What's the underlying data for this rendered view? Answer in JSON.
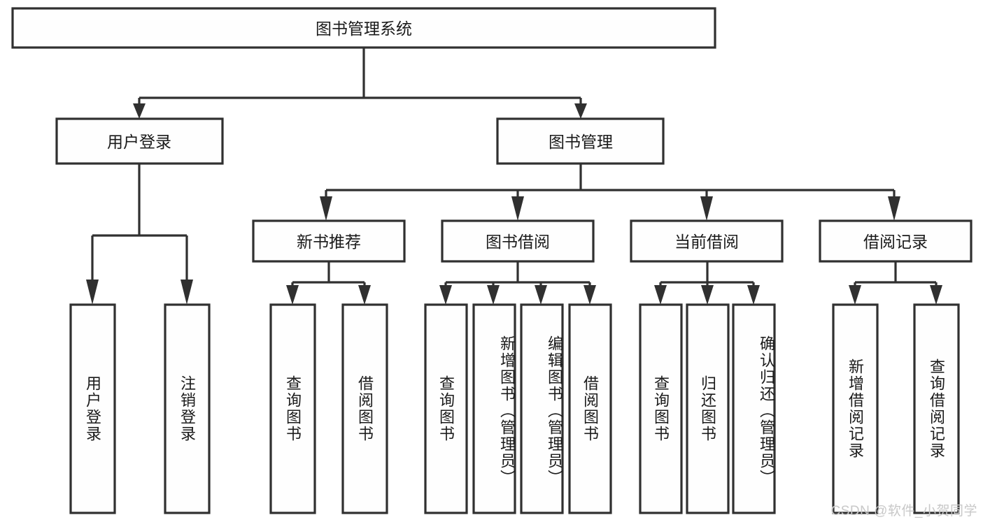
{
  "diagram": {
    "type": "hierarchy-tree",
    "title": "图书管理系统",
    "watermark": "CSDN @软件_小贺同学",
    "colors": {
      "stroke": "#303030",
      "fill": "#fefefe",
      "text": "#1a1a1a",
      "background": "#ffffff",
      "watermark": "#c8c8c8"
    },
    "levels": {
      "root": {
        "label": "图书管理系统"
      },
      "level2": [
        {
          "id": "user-login",
          "label": "用户登录"
        },
        {
          "id": "book-manage",
          "label": "图书管理"
        }
      ],
      "level3": [
        {
          "id": "new-book-rec",
          "label": "新书推荐",
          "parent": "book-manage"
        },
        {
          "id": "book-borrow",
          "label": "图书借阅",
          "parent": "book-manage"
        },
        {
          "id": "current-borrow",
          "label": "当前借阅",
          "parent": "book-manage"
        },
        {
          "id": "borrow-record",
          "label": "借阅记录",
          "parent": "book-manage"
        }
      ],
      "leaves": [
        {
          "id": "leaf-user-login",
          "label": "用户登录",
          "parent": "user-login"
        },
        {
          "id": "leaf-logout",
          "label": "注销登录",
          "parent": "user-login"
        },
        {
          "id": "leaf-query-book-1",
          "label": "查询图书",
          "parent": "new-book-rec"
        },
        {
          "id": "leaf-borrow-book-1",
          "label": "借阅图书",
          "parent": "new-book-rec"
        },
        {
          "id": "leaf-query-book-2",
          "label": "查询图书",
          "parent": "book-borrow"
        },
        {
          "id": "leaf-add-book",
          "label": "新增图书（管理员）",
          "parent": "book-borrow"
        },
        {
          "id": "leaf-edit-book",
          "label": "编辑图书（管理员）",
          "parent": "book-borrow"
        },
        {
          "id": "leaf-borrow-book-2",
          "label": "借阅图书",
          "parent": "book-borrow"
        },
        {
          "id": "leaf-query-book-3",
          "label": "查询图书",
          "parent": "current-borrow"
        },
        {
          "id": "leaf-return-book",
          "label": "归还图书",
          "parent": "current-borrow"
        },
        {
          "id": "leaf-confirm-return",
          "label": "确认归还（管理员）",
          "parent": "current-borrow"
        },
        {
          "id": "leaf-add-record",
          "label": "新增借阅记录",
          "parent": "borrow-record"
        },
        {
          "id": "leaf-query-record",
          "label": "查询借阅记录",
          "parent": "borrow-record"
        }
      ]
    }
  }
}
